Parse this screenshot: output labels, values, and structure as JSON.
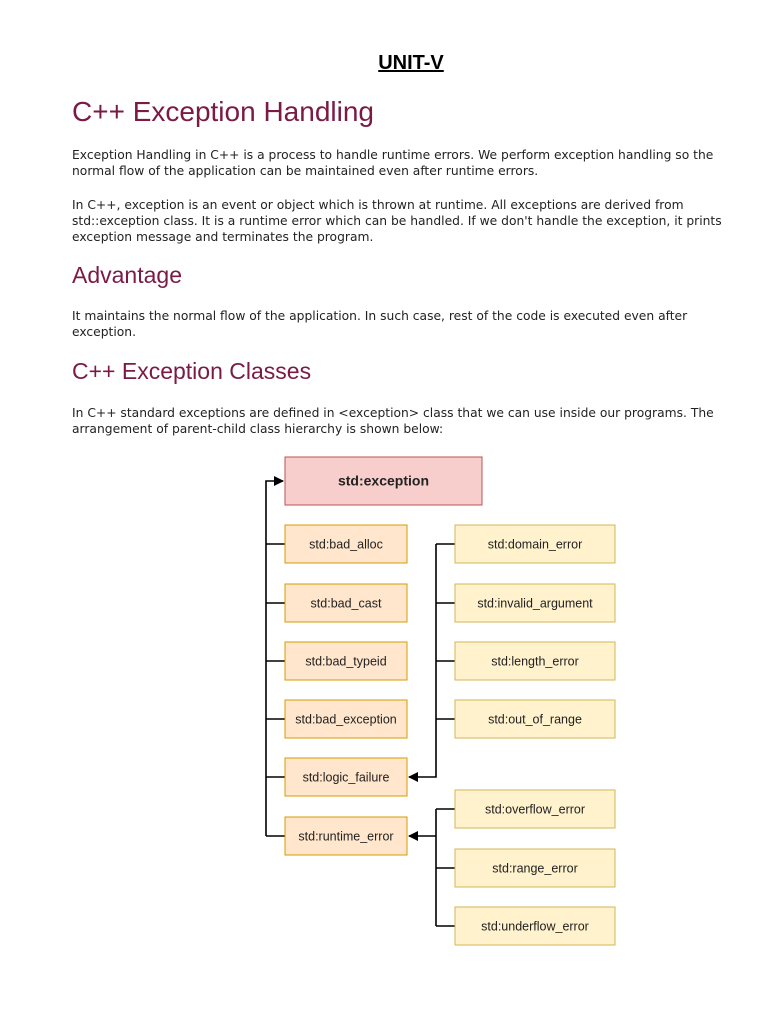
{
  "unit_title": "UNIT-V",
  "heading": "C++ Exception Handling",
  "intro": {
    "para1": "Exception Handling in C++ is a process to handle runtime errors. We perform exception handling so the normal flow of the application can be maintained even after runtime errors.",
    "para2": "In C++, exception is an event or object which is thrown at runtime. All exceptions are derived from std::exception class. It is a runtime error which can be handled. If we don't handle the exception, it prints exception message and terminates the program."
  },
  "advantage": {
    "heading": "Advantage",
    "text": "It maintains the normal flow of the application. In such case, rest of the code is executed even after exception."
  },
  "classes": {
    "heading": "C++ Exception Classes",
    "text": "In C++ standard exceptions are defined in <exception> class that we can use inside our programs. The arrangement of parent-child class hierarchy is shown below:"
  },
  "diagram": {
    "root": "std:exception",
    "children": [
      "std:bad_alloc",
      "std:bad_cast",
      "std:bad_typeid",
      "std:bad_exception",
      "std:logic_failure",
      "std:runtime_error"
    ],
    "logic_failure_children": [
      "std:domain_error",
      "std:invalid_argument",
      "std:length_error",
      "std:out_of_range"
    ],
    "runtime_error_children": [
      "std:overflow_error",
      "std:range_error",
      "std:underflow_error"
    ],
    "colors": {
      "root_fill": "#f8cecc",
      "root_stroke": "#b85450",
      "box_fill": "#ffe6cc",
      "box_stroke": "#d79b00",
      "leaf_fill": "#fff2cc",
      "leaf_stroke": "#d6b656"
    }
  }
}
